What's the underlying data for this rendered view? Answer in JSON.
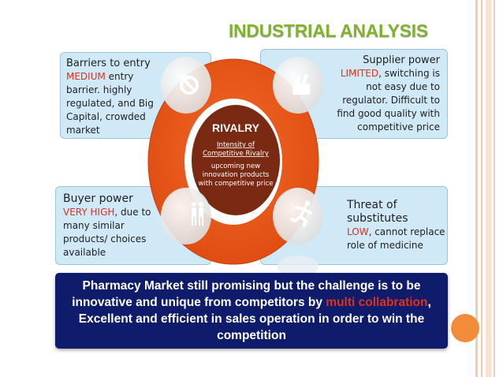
{
  "title": "INDUSTRIAL ANALYSIS",
  "center": {
    "heading": "RIVALRY",
    "subheading": "Intensity of Competitive Rivalry",
    "subheading_line1": "Intensity of",
    "subheading_line2": "Competitive Rivalry",
    "body_line1": "upcoming new",
    "body_line2": "innovation products",
    "body_line3": "with competitive price"
  },
  "barriers": {
    "title": "Barriers to entry",
    "level": "MEDIUM",
    "line1_rest": " entry",
    "line2": "barrier. highly",
    "line3": "regulated, and Big",
    "line4": "Capital, crowded",
    "line5": "market",
    "icon": "no-entry-icon"
  },
  "supplier": {
    "title": "Supplier power",
    "level": "LIMITED",
    "line1_rest": ", switching is",
    "line2": "not easy due to",
    "line3": "regulator. Difficult to",
    "line4": "find good  quality with",
    "line5": "competitive  price",
    "icon": "factory-icon"
  },
  "buyer": {
    "title": "Buyer power",
    "level": "VERY HIGH",
    "line1_rest": ", due to",
    "line2": "many similar",
    "line3": "products/ choices",
    "line4": "available",
    "icon": "people-icon"
  },
  "substitutes": {
    "title_line1": "Threat of",
    "title_line2": "substitutes",
    "level": "LOW",
    "line1_rest": ", cannot replace",
    "line2": "role of medicine",
    "icon": "running-person-icon"
  },
  "banner": {
    "line1": "Pharmacy Market still promising but the challenge is to be",
    "line2_pre": "innovative and unique from competitors by ",
    "line2_highlight": "multi collabration",
    "line2_post": ",",
    "line3": "Excellent and efficient in sales operation in order to win the",
    "line4": "competition"
  },
  "colors": {
    "ring": "#e8571a",
    "center": "#7a2a12",
    "panel": "#cfe9f6",
    "banner": "#0f1c6b",
    "title": "#7fb32e",
    "highlight": "#e0301e"
  }
}
